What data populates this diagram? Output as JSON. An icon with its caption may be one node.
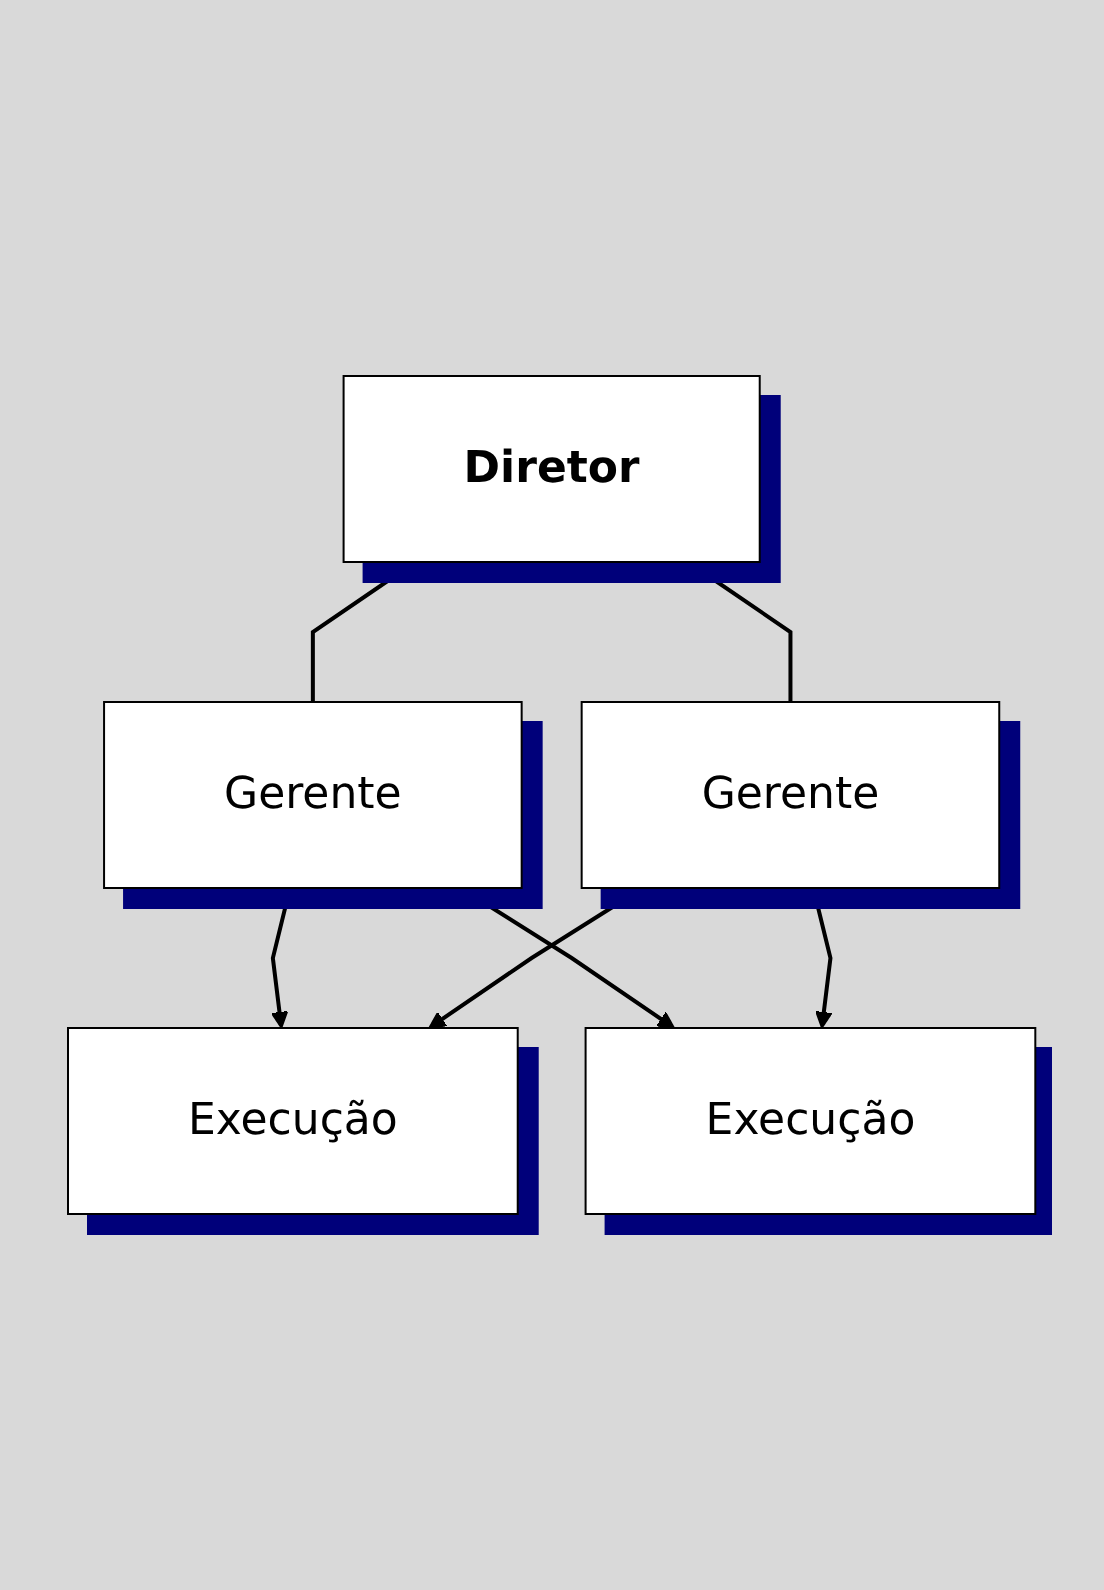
{
  "diagram": {
    "nodes": [
      {
        "text": [
          "Diretor"
        ]
      },
      {
        "text": [
          "Gerente"
        ]
      },
      {
        "text": [
          "Gerente"
        ]
      },
      {
        "text": [
          "Execução"
        ]
      },
      {
        "text": [
          "Execução"
        ]
      }
    ],
    "edges": [
      {
        "from": 0,
        "to": 1,
        "arrow": "none"
      },
      {
        "from": 0,
        "to": 2,
        "arrow": "none"
      },
      {
        "from": 1,
        "to": 3,
        "arrow": "to"
      },
      {
        "from": 1,
        "to": 4,
        "arrow": "to"
      },
      {
        "from": 2,
        "to": 3,
        "arrow": "to"
      },
      {
        "from": 2,
        "to": 4,
        "arrow": "to"
      }
    ]
  }
}
